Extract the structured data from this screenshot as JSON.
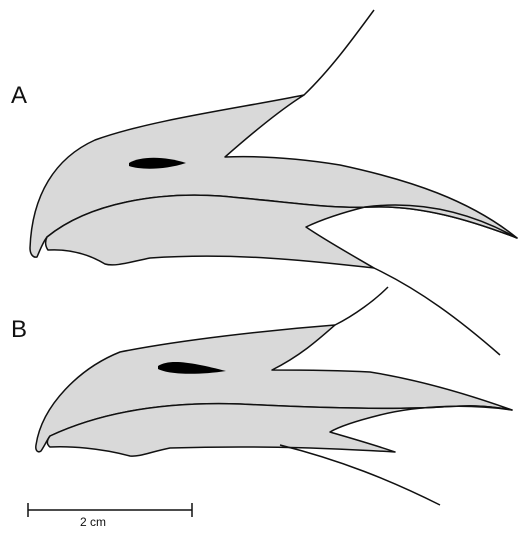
{
  "panels": [
    {
      "label": "A"
    },
    {
      "label": "B"
    }
  ],
  "scale_bar": {
    "label": "2 cm"
  },
  "colors": {
    "fill": "#d9d9d9",
    "outline": "#111111",
    "eye": "#000000",
    "background": "#ffffff"
  }
}
